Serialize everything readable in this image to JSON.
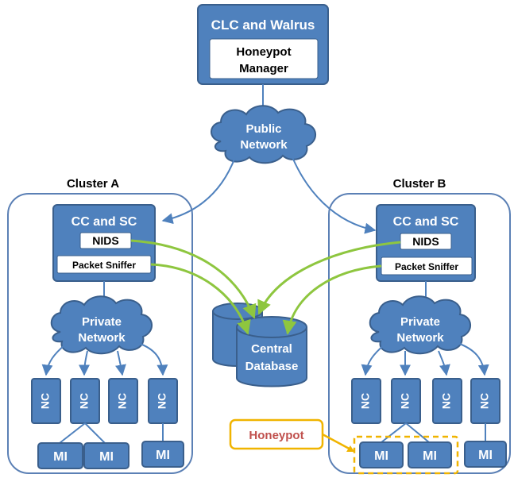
{
  "top": {
    "title": "CLC and  Walrus",
    "manager_line1": "Honeypot",
    "manager_line2": "Manager"
  },
  "public_network": {
    "line1": "Public",
    "line2": "Network"
  },
  "cluster_a": {
    "title": "Cluster A",
    "controller": "CC and  SC",
    "nids": "NIDS",
    "sniffer": "Packet Sniffer",
    "private_line1": "Private",
    "private_line2": "Network",
    "nodes": [
      "NC",
      "NC",
      "NC",
      "NC"
    ],
    "instances": [
      "MI",
      "MI",
      "MI"
    ]
  },
  "cluster_b": {
    "title": "Cluster B",
    "controller": "CC and  SC",
    "nids": "NIDS",
    "sniffer": "Packet Sniffer",
    "private_line1": "Private",
    "private_line2": "Network",
    "nodes": [
      "NC",
      "NC",
      "NC",
      "NC"
    ],
    "instances": [
      "MI",
      "MI",
      "MI"
    ]
  },
  "database": {
    "line1": "Central",
    "line2": "Database"
  },
  "honeypot_label": "Honeypot",
  "colors": {
    "box_blue": "#4f81bd",
    "sniffer_links": "#8ec63f",
    "honeypot_outline": "#f0b400",
    "honeypot_text": "#c0504d"
  }
}
